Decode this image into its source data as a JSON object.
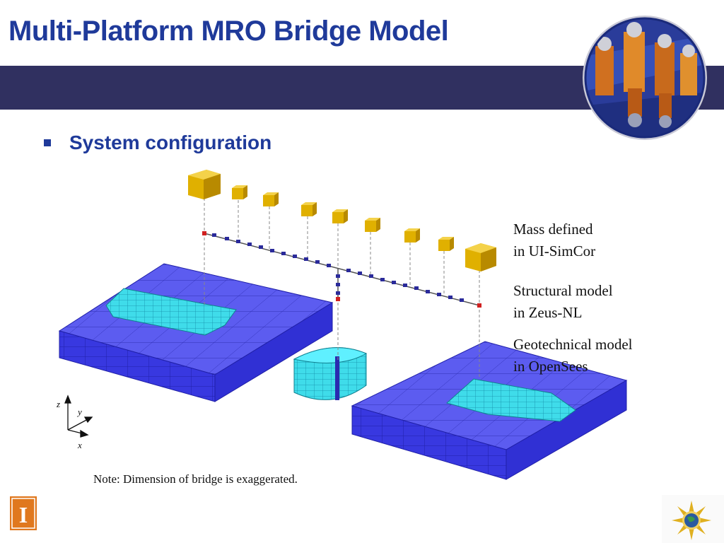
{
  "title": "Multi-Platform MRO Bridge Model",
  "bullet": "System configuration",
  "labels": {
    "mass_line1": "Mass defined",
    "mass_line2": "in UI-SimCor",
    "struct_line1": "Structural model",
    "struct_line2": "in Zeus-NL",
    "geo_line1": "Geotechnical model",
    "geo_line2": "in OpenSees"
  },
  "axes": {
    "z": "z",
    "y": "y",
    "x": "x"
  },
  "note": "Note: Dimension of bridge is exaggerated.",
  "logo_letter": "I",
  "colors": {
    "title": "#1f3a9a",
    "banner": "#303060",
    "soil": "#5555ee",
    "embankment": "#33d6e6",
    "mass_block": "#e0b000",
    "logo_orange": "#e0781e"
  },
  "icons": [
    "university-logo-icon",
    "sun-globe-icon",
    "actuator-photo-icon"
  ]
}
